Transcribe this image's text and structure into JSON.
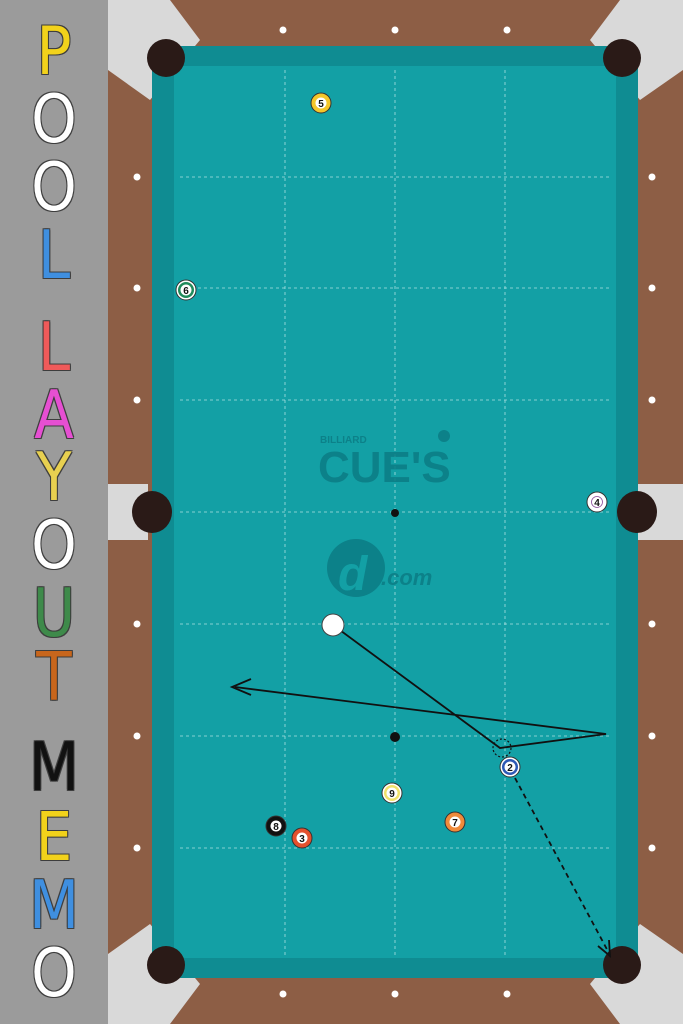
{
  "title": {
    "letters": [
      {
        "char": "P",
        "color": "#f2d21b"
      },
      {
        "char": "O",
        "color": "#ffffff"
      },
      {
        "char": "O",
        "color": "#ffffff"
      },
      {
        "char": "L",
        "color": "#3f8fe0"
      },
      {
        "char": "L",
        "color": "#f05a5a"
      },
      {
        "char": "A",
        "color": "#e64fd2"
      },
      {
        "char": "Y",
        "color": "#e8d050"
      },
      {
        "char": "O",
        "color": "#ffffff"
      },
      {
        "char": "U",
        "color": "#3e8a4a"
      },
      {
        "char": "T",
        "color": "#c8661c"
      },
      {
        "char": "M",
        "color": "#111111"
      },
      {
        "char": "E",
        "color": "#f2d21b"
      },
      {
        "char": "M",
        "color": "#3f8fe0"
      },
      {
        "char": "O",
        "color": "#ffffff"
      }
    ]
  },
  "table": {
    "cloth_color": "#13a0a5",
    "rail_color": "#8c5c44",
    "logo": {
      "small_text": "BILLIARD",
      "brand_text": "CUE'S",
      "sub_text": ".com",
      "mark_letter": "d"
    }
  },
  "balls": [
    {
      "number": "5",
      "fill": "#f4c62a",
      "stripe": false
    },
    {
      "number": "6",
      "fill": "#1f8a5a",
      "stripe": true
    },
    {
      "number": "4",
      "fill": "#ffffff",
      "stripe": false,
      "ring": "#8a4a9a"
    },
    {
      "number": "2",
      "fill": "#2d58b5",
      "stripe": true
    },
    {
      "number": "9",
      "fill": "#f1e16a",
      "stripe": true
    },
    {
      "number": "7",
      "fill": "#f08a3a",
      "stripe": false
    },
    {
      "number": "8",
      "fill": "#111111",
      "stripe": false
    },
    {
      "number": "3",
      "fill": "#e4502d",
      "stripe": false
    }
  ],
  "cue_ball": {
    "label": "cue"
  },
  "shot": {
    "description_icons": [
      "cue-path-arrow",
      "object-ball-path-dashed",
      "ghost-ball-outline"
    ]
  }
}
